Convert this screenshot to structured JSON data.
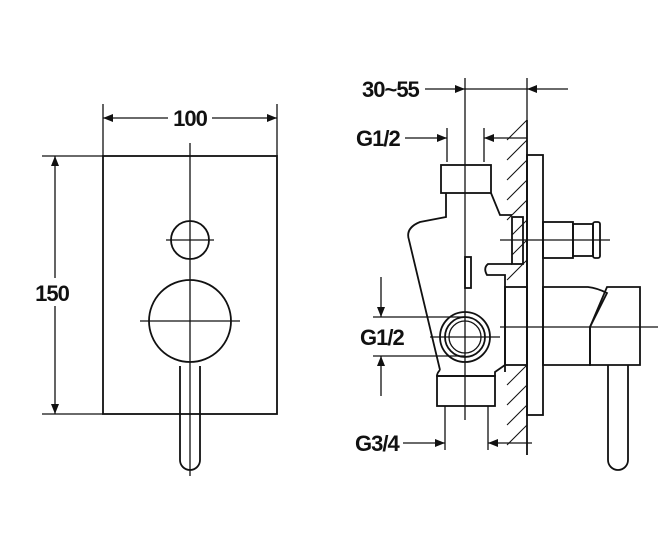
{
  "front_view": {
    "width_label": "100",
    "height_label": "150"
  },
  "side_view": {
    "depth_label": "30~55",
    "top_inlet_label": "G1/2",
    "middle_inlet_label": "G1/2",
    "bottom_outlet_label": "G3/4"
  }
}
